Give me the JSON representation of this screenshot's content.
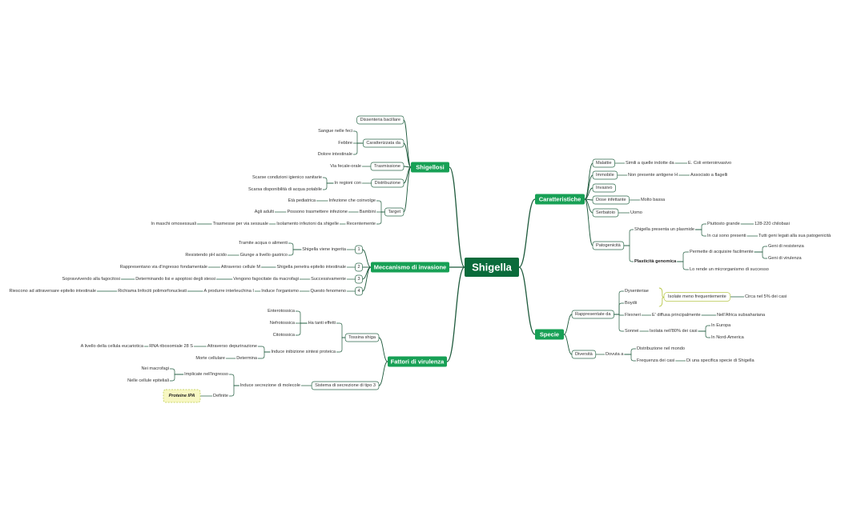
{
  "colors": {
    "line": "#1e5a3c",
    "central_fill": "#0a6b3b",
    "main_fill": "#17a055",
    "box_stroke": "#2e6a4c",
    "text": "#333333",
    "ipa_fill": "#f7f7c2",
    "ipa_stroke": "#b9c94a",
    "olive": "#b8c84c"
  },
  "central": "Shigella",
  "shigellosi": {
    "label": "Shigellosi",
    "dissenteria": "Dissenteria bacillare",
    "caratterizzata": "Caratterizzata da",
    "sangue": "Sangue nelle feci",
    "febbre": "Febbre",
    "dolore": "Dolore intestinale",
    "trasmissione": "Trasmissione",
    "via_fecale": "Via fecale-orale",
    "distribuzione": "Distribuzione",
    "in_regioni": "In regioni con",
    "scarse_igien": "Scarse condizioni igienico sanitarie",
    "scarsa_acqua": "Scarsa disponibilità di acqua potabile",
    "target": "Target",
    "eta": "Età pediatrica",
    "infezione_coinvolge": "Infezione che coinvolge",
    "adulti": "Agli adulti",
    "possono": "Possono trasmettere infezione",
    "bambini": "Bambini",
    "maschi": "In maschi omosessuali",
    "trasmesse": "Trasmesse per via sessuale",
    "isolamento": "Isolamento infezioni da shigelle",
    "recentemente": "Recentemente"
  },
  "meccanismo": {
    "label": "Meccanismo di invasione",
    "n1": "1",
    "n2": "2",
    "n3": "3",
    "n4": "4",
    "viene_ingerita": "Shigella viene ingerita",
    "tramite": "Tramite acqua o alimenti",
    "giunge": "Giunge a livello gastrico",
    "resistendo": "Resistendo pH acido",
    "penetra": "Shigella penetra epitelio intestinale",
    "attraverso_m": "Attraverso cellule M",
    "rappresentano": "Rappresentano via d'ingresso fondamentale",
    "successivamente": "Successivamente",
    "fagocitate": "Vengono fagocitate da macrofagi",
    "determinando": "Determinando lisi e apoptosi degli stessi",
    "sopravvivendo": "Sopravvivendo alla fagocitosi",
    "questo": "Questo fenomeno",
    "induce_org": "Induce l'organismo",
    "a_produrre": "A produrre interleuchina I",
    "richiama": "Richiama linfociti polimorfonucleati",
    "riescono": "Riescono ad attraversare epitelio intestinale"
  },
  "fattori": {
    "label": "Fattori di virulenza",
    "tossina": "Tossina shiga",
    "ha_tanti": "Ha tanti effetti",
    "enterotossica": "Enterotossica",
    "nefrotossica": "Nefrotossica",
    "citotossica": "Citotossica",
    "inibizione": "Induce inibizione sintesi proteica",
    "depurinazione": "Attraverso depurinazione",
    "rna": "RNA ribosomiale 28 S",
    "livello_cell": "A livello della cellula eucariotica",
    "determina": "Determina",
    "morte": "Morte cellulare",
    "sistema": "Sistema di secrezione di tipo 3",
    "induce_secr": "Induce secrezione di molecole",
    "implicate": "Implicate nell'ingresso",
    "macrofagi": "Nei macrofagi",
    "epiteliali": "Nelle cellule epiteliali",
    "definite": "Definite",
    "ipa": "Proteine IPA"
  },
  "caratteristiche": {
    "label": "Caratteristiche",
    "malattie": "Malattie",
    "simili": "Simili a quelle indotte da",
    "ecoli": "E. Coli enteroinvasivo",
    "immobile": "Immobile",
    "non_presente": "Non presente antigene H",
    "associato": "Associato a flagelli",
    "invasivo": "Invasivo",
    "dose": "Dose infettante",
    "molto_bassa": "Molto bassa",
    "serbatoio": "Serbatoio",
    "uomo": "Uomo",
    "patogenicita": "Patogenicità",
    "presenta_plasmide": "Shigella presenta un plasmide",
    "piuttosto": "Piuttosto grande",
    "kb": "128-220 chilobasi",
    "in_cui": "In cui sono presenti",
    "tutti_geni": "Tutti geni legati alla sua patogenicità",
    "plasticita": "Plasticità genomica",
    "permette": "Permette di acquisire facilmente",
    "geni_res": "Geni di resistenza",
    "geni_vir": "Geni di virulenza",
    "lo_rende": "Lo rende un microrganismo di successo"
  },
  "specie": {
    "label": "Specie",
    "rappresentate": "Rappresentate da",
    "dysenteriae": "Dysenteriae",
    "boydii": "Boydii",
    "isolate": "Isolate meno frequentemente",
    "circa": "Circa nel 5% dei casi",
    "flexneri": "Flexneri",
    "diffusa": "E' diffusa principalmente",
    "africa": "Nell'Africa subsahariana",
    "sonnei": "Sonnei",
    "isolata80": "Isolata nell'80% dei casi",
    "europa": "In Europa",
    "nord_america": "In Nord-America",
    "diversita": "Diversità",
    "dovuta": "Dovuta a",
    "distribuzione_mondo": "Distribuzione nel mondo",
    "frequenza": "Frequenza dei casi",
    "specifica": "Di una specifica specie di Shigella"
  }
}
